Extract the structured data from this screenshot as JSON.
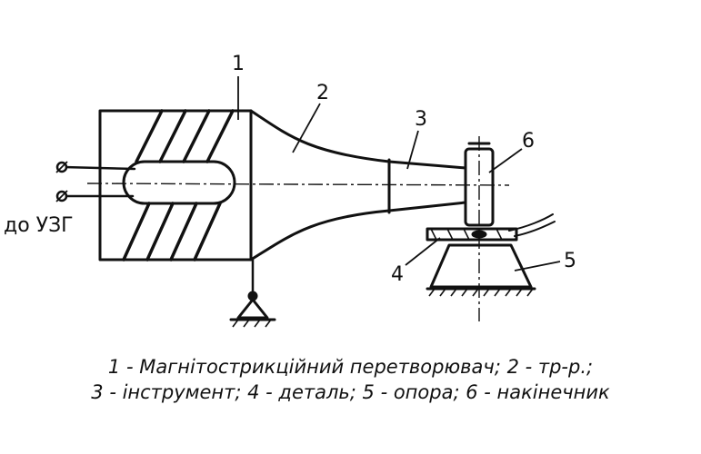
{
  "labels": {
    "n1": "1",
    "n2": "2",
    "n3": "3",
    "n4": "4",
    "n5": "5",
    "n6": "6",
    "generator": "до УЗГ"
  },
  "caption": {
    "line1": "1 - Магнітострикційний перетворювач; 2 - тр-р.;",
    "line2": "3 - інструмент; 4 - деталь; 5 - опора; 6 - накінечник"
  }
}
